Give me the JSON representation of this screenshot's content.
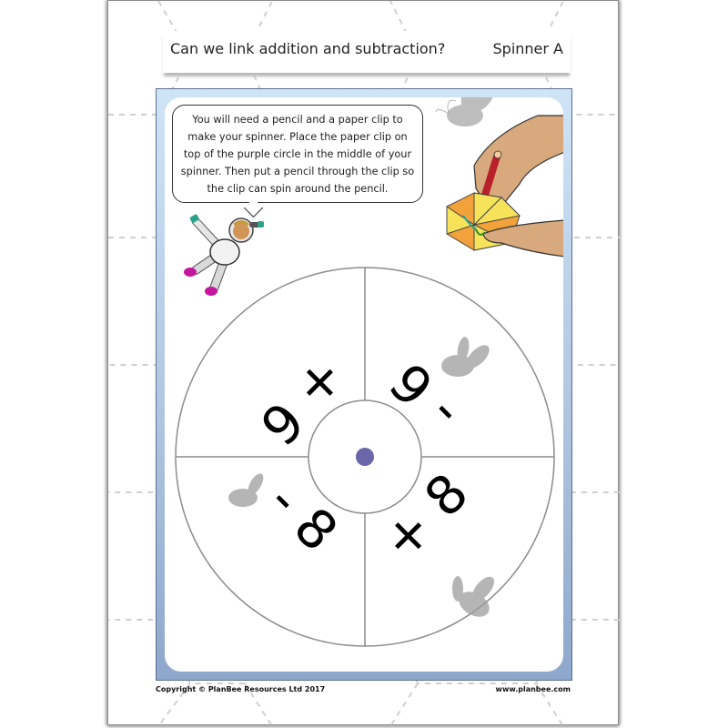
{
  "header": {
    "title": "Can we link addition and subtraction?",
    "spinner_label": "Spinner A"
  },
  "instructions": {
    "text": "You will need a pencil and a paper clip to make your spinner. Place the paper clip on top of the purple circle in the middle of your spinner. Then put a pencil through the clip so the clip can spin around the pencil."
  },
  "spinner": {
    "sections": [
      {
        "position": "top-left",
        "label": "+ 6"
      },
      {
        "position": "top-right",
        "label": "- 6"
      },
      {
        "position": "bottom-left",
        "label": "- 8"
      },
      {
        "position": "bottom-right",
        "label": "+ 8"
      }
    ],
    "center_dot_color": "#6b66a8"
  },
  "illustrations": {
    "astronaut": "astronaut",
    "hand_spinner": "hand-with-pencil-spinner",
    "bee": "bee"
  },
  "footer": {
    "copyright": "Copyright © PlanBee Resources Ltd 2017",
    "url": "www.planbee.com"
  },
  "colors": {
    "frame_top": "#cfe4f7",
    "frame_bottom": "#8ea7cc",
    "center_dot": "#6b66a8"
  }
}
